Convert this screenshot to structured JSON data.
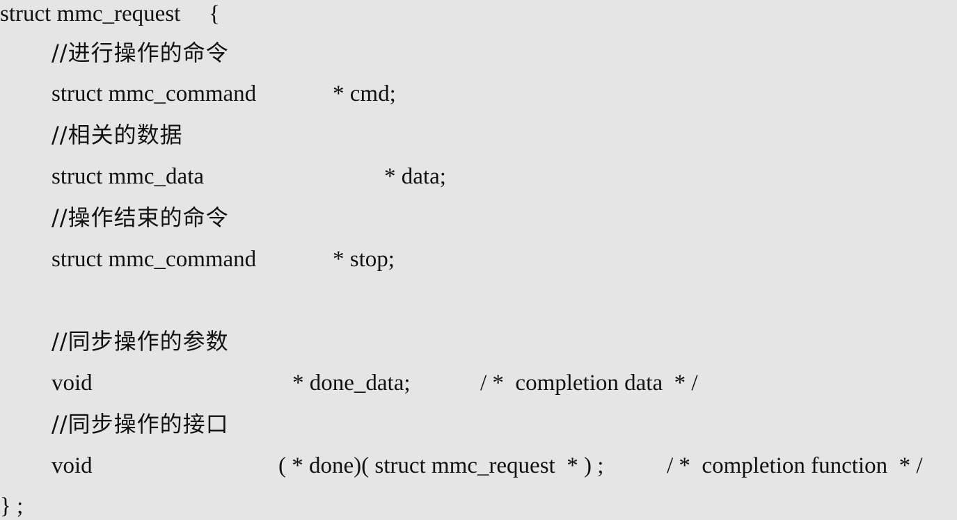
{
  "code": {
    "line1": {
      "kw": "struct mmc_request",
      "brace": "{"
    },
    "comment1": "//进行操作的命令",
    "line3": {
      "type": "struct mmc_command",
      "field": "* cmd;"
    },
    "comment2": "//相关的数据",
    "line5": {
      "type": "struct mmc_data",
      "field": "* data;"
    },
    "comment3": "//操作结束的命令",
    "line7": {
      "type": "struct mmc_command",
      "field": "* stop;"
    },
    "comment4": "//同步操作的参数",
    "line10": {
      "type": "void",
      "field": "* done_data;",
      "comment": "/ *  completion data  * /"
    },
    "comment5": "//同步操作的接口",
    "line12": {
      "type": "void",
      "field": "( * done)( struct mmc_request  * ) ;",
      "comment": "/ *  completion function  * /"
    },
    "line13": {
      "end": "} ;"
    }
  }
}
